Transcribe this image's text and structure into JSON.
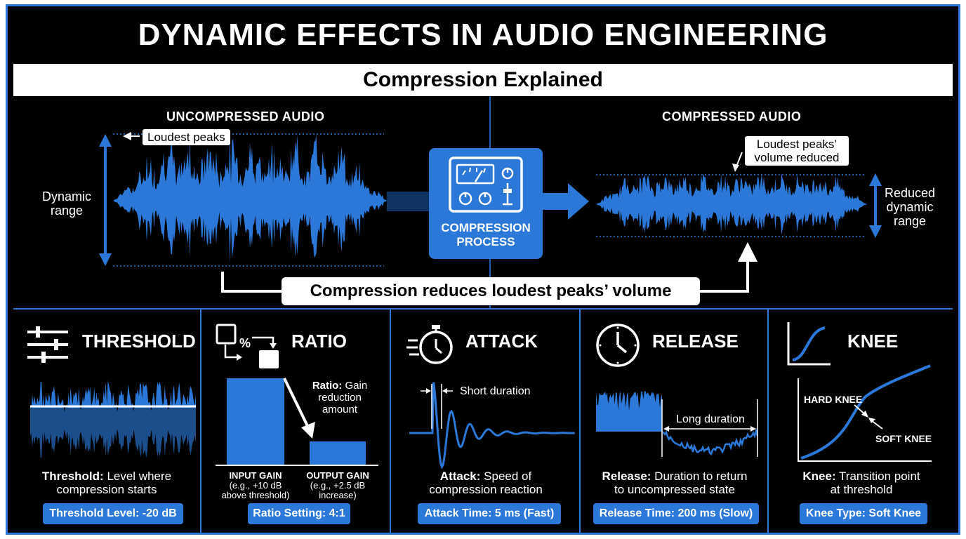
{
  "title": "DYNAMIC EFFECTS IN AUDIO ENGINEERING",
  "subtitle": "Compression Explained",
  "uncompressed": {
    "heading": "UNCOMPRESSED AUDIO",
    "callout": "Loudest peaks",
    "range_label": "Dynamic range"
  },
  "process": {
    "label_line1": "COMPRESSION",
    "label_line2": "PROCESS"
  },
  "compressed": {
    "heading": "COMPRESSED AUDIO",
    "callout_line1": "Loudest peaks’",
    "callout_line2": "volume reduced",
    "range_label_line1": "Reduced",
    "range_label_line2": "dynamic",
    "range_label_line3": "range"
  },
  "summary": "Compression reduces loudest peaks’ volume",
  "cards": {
    "threshold": {
      "title": "THRESHOLD",
      "desc_bold": "Threshold:",
      "desc_rest": " Level where",
      "desc_line2": "compression starts",
      "pill": "Threshold Level: -20 dB"
    },
    "ratio": {
      "title": "RATIO",
      "icon_symbol": "%",
      "note_bold": "Ratio:",
      "note_rest": " Gain",
      "note_line2": "reduction",
      "note_line3": "amount",
      "input_label": "INPUT GAIN",
      "input_sub1": "(e.g., +10 dB",
      "input_sub2": "above threshold)",
      "output_label": "OUTPUT GAIN",
      "output_sub1": "(e.g., +2.5 dB",
      "output_sub2": "increase)",
      "pill": "Ratio Setting: 4:1"
    },
    "attack": {
      "title": "ATTACK",
      "marker": "Short duration",
      "desc_bold": "Attack:",
      "desc_rest": " Speed of",
      "desc_line2": "compression reaction",
      "pill": "Attack Time: 5 ms (Fast)"
    },
    "release": {
      "title": "RELEASE",
      "marker": "Long duration",
      "desc_bold": "Release:",
      "desc_rest": " Duration to return",
      "desc_line2": "to uncompressed state",
      "pill": "Release Time: 200 ms (Slow)"
    },
    "knee": {
      "title": "KNEE",
      "hard_label": "HARD KNEE",
      "soft_label": "SOFT KNEE",
      "desc_bold": "Knee:",
      "desc_rest": " Transition point",
      "desc_line2": "at threshold",
      "pill": "Knee Type: Soft Knee"
    }
  },
  "colors": {
    "accent": "#2b78d8",
    "background": "#000000",
    "text": "#ffffff"
  }
}
